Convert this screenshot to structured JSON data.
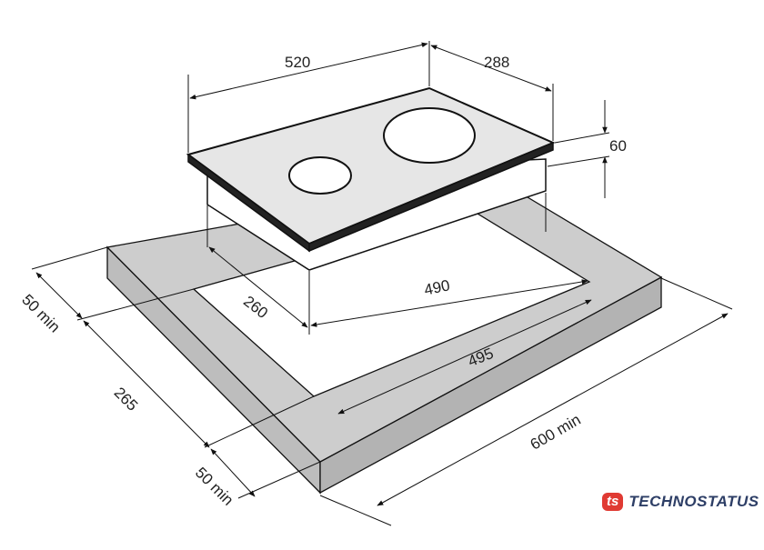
{
  "title": "Hob installation dimensions",
  "dimensions": {
    "hob_width": "520",
    "hob_depth": "288",
    "hob_height": "60",
    "cutout_width": "490",
    "cutout_depth": "260",
    "inner_span": "495",
    "min_counter_width": "600 min",
    "counter_depth": "265",
    "back_clearance": "50 min",
    "front_clearance": "50 min"
  },
  "logo": {
    "mark": "ts",
    "text": "TECHNOSTATUS"
  },
  "colors": {
    "counter": "#c9c9c9",
    "line": "#111111",
    "logo_red": "#e03a33",
    "logo_blue": "#2d3e66"
  }
}
